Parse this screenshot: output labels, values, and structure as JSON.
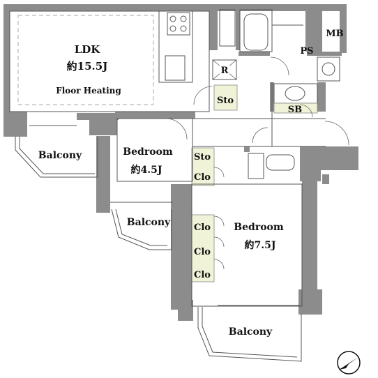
{
  "rooms": {
    "ldk": {
      "name": "LDK",
      "size": "約15.5J",
      "feature": "Floor Heating"
    },
    "bedroom1": {
      "name": "Bedroom",
      "size": "約4.5J"
    },
    "bedroom2": {
      "name": "Bedroom",
      "size": "約7.5J"
    }
  },
  "balconies": [
    "Balcony",
    "Balcony",
    "Balcony"
  ],
  "labels": {
    "mb": "MB",
    "ps": "PS",
    "r": "R",
    "sto_entry": "Sto",
    "sb": "SB",
    "sto_bed": "Sto",
    "clo_bed1": "Clo",
    "clo_1": "Clo",
    "clo_2": "Clo",
    "clo_3": "Clo"
  },
  "colors": {
    "wall": "#8c8c8c",
    "storage_fill": "#f1f3d8",
    "dash": "#999999",
    "line": "#333333"
  },
  "icons": {
    "compass": "north-arrow-icon"
  }
}
